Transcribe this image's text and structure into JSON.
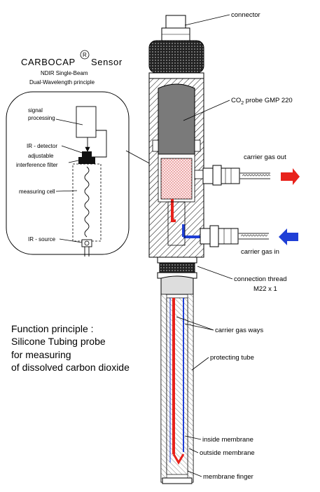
{
  "sensor": {
    "title": "CARBOCAP",
    "registered": "R",
    "title_suffix": "Sensor",
    "subtitle_1": "NDIR Single-Beam",
    "subtitle_2": "Dual-Wavelength principle"
  },
  "sensor_diagram": {
    "signal_processing_1": "signal",
    "signal_processing_2": "processing",
    "ir_detector": "IR - detector",
    "adjustable_filter_1": "adjustable",
    "adjustable_filter_2": "interference filter",
    "measuring_cell": "measuring cell",
    "ir_source": "IR - source"
  },
  "function_text": {
    "line_1": "Function principle :",
    "line_2": "Silicone Tubing probe",
    "line_3": "for measuring",
    "line_4": "of dissolved carbon dioxide"
  },
  "labels": {
    "connector": "connector",
    "probe_prefix": "CO",
    "probe_sub": "2",
    "probe_suffix": " probe GMP 220",
    "carrier_gas_out": "carrier gas out",
    "carrier_gas_in": "carrier gas in",
    "connection_thread_1": "connection thread",
    "connection_thread_2": "M22 x 1",
    "carrier_gas_ways": "carrier gas ways",
    "protecting_tube": "protecting tube",
    "inside_membrane": "inside membrane",
    "outside_membrane": "outside membrane",
    "membrane_finger": "membrane finger"
  },
  "colors": {
    "gas_out": "#e8221b",
    "gas_in": "#1f3fd6",
    "probe_gray": "#7a7a7a"
  }
}
